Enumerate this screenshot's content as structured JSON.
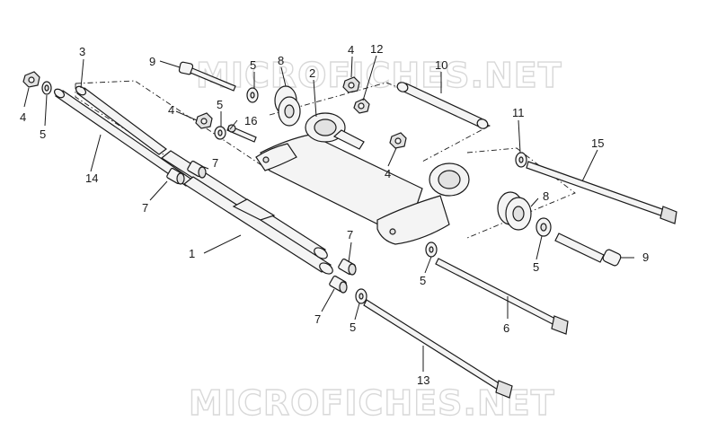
{
  "watermark": {
    "top": "MICROFICHES.NET",
    "bottom": "MICROFICHES.NET"
  },
  "callouts": [
    {
      "id": "c1",
      "text": "1"
    },
    {
      "id": "c2",
      "text": "2"
    },
    {
      "id": "c3",
      "text": "3"
    },
    {
      "id": "c4a",
      "text": "4"
    },
    {
      "id": "c4b",
      "text": "4"
    },
    {
      "id": "c4c",
      "text": "4"
    },
    {
      "id": "c4d",
      "text": "4"
    },
    {
      "id": "c5a",
      "text": "5"
    },
    {
      "id": "c5b",
      "text": "5"
    },
    {
      "id": "c5c",
      "text": "5"
    },
    {
      "id": "c5d",
      "text": "5"
    },
    {
      "id": "c5e",
      "text": "5"
    },
    {
      "id": "c5f",
      "text": "5"
    },
    {
      "id": "c6",
      "text": "6"
    },
    {
      "id": "c7a",
      "text": "7"
    },
    {
      "id": "c7b",
      "text": "7"
    },
    {
      "id": "c7c",
      "text": "7"
    },
    {
      "id": "c7d",
      "text": "7"
    },
    {
      "id": "c8a",
      "text": "8"
    },
    {
      "id": "c8b",
      "text": "8"
    },
    {
      "id": "c9a",
      "text": "9"
    },
    {
      "id": "c9b",
      "text": "9"
    },
    {
      "id": "c10",
      "text": "10"
    },
    {
      "id": "c11",
      "text": "11"
    },
    {
      "id": "c12",
      "text": "12"
    },
    {
      "id": "c13",
      "text": "13"
    },
    {
      "id": "c14",
      "text": "14"
    },
    {
      "id": "c15",
      "text": "15"
    },
    {
      "id": "c16",
      "text": "16"
    }
  ]
}
